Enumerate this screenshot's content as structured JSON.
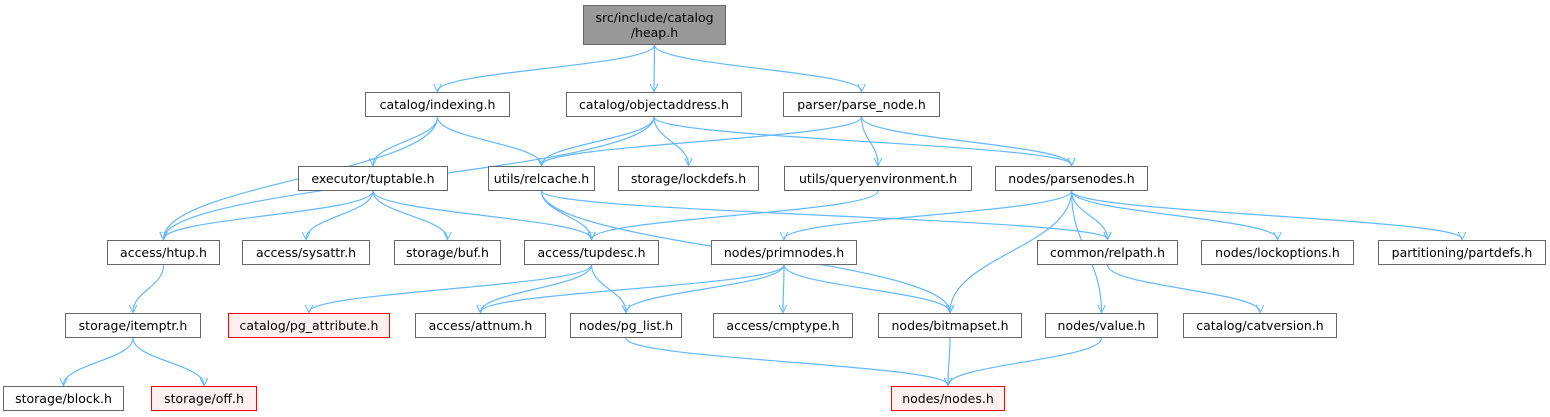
{
  "diagram": {
    "nodes": [
      {
        "id": "root",
        "label_lines": [
          "src/include/catalog",
          "/heap.h"
        ],
        "style": "root"
      },
      {
        "id": "indexing",
        "label_lines": [
          "catalog/indexing.h"
        ],
        "style": "normal"
      },
      {
        "id": "objectaddress",
        "label_lines": [
          "catalog/objectaddress.h"
        ],
        "style": "normal"
      },
      {
        "id": "parse_node",
        "label_lines": [
          "parser/parse_node.h"
        ],
        "style": "normal"
      },
      {
        "id": "tuptable",
        "label_lines": [
          "executor/tuptable.h"
        ],
        "style": "normal"
      },
      {
        "id": "relcache",
        "label_lines": [
          "utils/relcache.h"
        ],
        "style": "normal"
      },
      {
        "id": "lockdefs",
        "label_lines": [
          "storage/lockdefs.h"
        ],
        "style": "normal"
      },
      {
        "id": "queryenv",
        "label_lines": [
          "utils/queryenvironment.h"
        ],
        "style": "normal"
      },
      {
        "id": "parsenodes",
        "label_lines": [
          "nodes/parsenodes.h"
        ],
        "style": "normal"
      },
      {
        "id": "htup",
        "label_lines": [
          "access/htup.h"
        ],
        "style": "normal"
      },
      {
        "id": "sysattr",
        "label_lines": [
          "access/sysattr.h"
        ],
        "style": "normal"
      },
      {
        "id": "buf",
        "label_lines": [
          "storage/buf.h"
        ],
        "style": "normal"
      },
      {
        "id": "tupdesc",
        "label_lines": [
          "access/tupdesc.h"
        ],
        "style": "normal"
      },
      {
        "id": "primnodes",
        "label_lines": [
          "nodes/primnodes.h"
        ],
        "style": "normal"
      },
      {
        "id": "relpath",
        "label_lines": [
          "common/relpath.h"
        ],
        "style": "normal"
      },
      {
        "id": "lockoptions",
        "label_lines": [
          "nodes/lockoptions.h"
        ],
        "style": "normal"
      },
      {
        "id": "partdefs",
        "label_lines": [
          "partitioning/partdefs.h"
        ],
        "style": "normal"
      },
      {
        "id": "itemptr",
        "label_lines": [
          "storage/itemptr.h"
        ],
        "style": "normal"
      },
      {
        "id": "pg_attribute",
        "label_lines": [
          "catalog/pg_attribute.h"
        ],
        "style": "missing"
      },
      {
        "id": "attnum",
        "label_lines": [
          "access/attnum.h"
        ],
        "style": "normal"
      },
      {
        "id": "pg_list",
        "label_lines": [
          "nodes/pg_list.h"
        ],
        "style": "normal"
      },
      {
        "id": "cmptype",
        "label_lines": [
          "access/cmptype.h"
        ],
        "style": "normal"
      },
      {
        "id": "bitmapset",
        "label_lines": [
          "nodes/bitmapset.h"
        ],
        "style": "normal"
      },
      {
        "id": "value",
        "label_lines": [
          "nodes/value.h"
        ],
        "style": "normal"
      },
      {
        "id": "catversion",
        "label_lines": [
          "catalog/catversion.h"
        ],
        "style": "normal"
      },
      {
        "id": "block",
        "label_lines": [
          "storage/block.h"
        ],
        "style": "normal"
      },
      {
        "id": "off",
        "label_lines": [
          "storage/off.h"
        ],
        "style": "missing"
      },
      {
        "id": "nodes",
        "label_lines": [
          "nodes/nodes.h"
        ],
        "style": "missing"
      }
    ],
    "edges": [
      [
        "root",
        "indexing"
      ],
      [
        "root",
        "objectaddress"
      ],
      [
        "root",
        "parse_node"
      ],
      [
        "indexing",
        "htup"
      ],
      [
        "indexing",
        "tuptable"
      ],
      [
        "indexing",
        "relcache"
      ],
      [
        "objectaddress",
        "htup"
      ],
      [
        "objectaddress",
        "relcache"
      ],
      [
        "objectaddress",
        "lockdefs"
      ],
      [
        "objectaddress",
        "parsenodes"
      ],
      [
        "parse_node",
        "relcache"
      ],
      [
        "parse_node",
        "queryenv"
      ],
      [
        "parse_node",
        "parsenodes"
      ],
      [
        "tuptable",
        "htup"
      ],
      [
        "tuptable",
        "sysattr"
      ],
      [
        "tuptable",
        "buf"
      ],
      [
        "tuptable",
        "tupdesc"
      ],
      [
        "relcache",
        "tupdesc"
      ],
      [
        "relcache",
        "relpath"
      ],
      [
        "relcache",
        "bitmapset"
      ],
      [
        "queryenv",
        "tupdesc"
      ],
      [
        "parsenodes",
        "primnodes"
      ],
      [
        "parsenodes",
        "relpath"
      ],
      [
        "parsenodes",
        "lockoptions"
      ],
      [
        "parsenodes",
        "partdefs"
      ],
      [
        "parsenodes",
        "bitmapset"
      ],
      [
        "parsenodes",
        "value"
      ],
      [
        "htup",
        "itemptr"
      ],
      [
        "tupdesc",
        "pg_attribute"
      ],
      [
        "tupdesc",
        "attnum"
      ],
      [
        "tupdesc",
        "pg_list"
      ],
      [
        "primnodes",
        "attnum"
      ],
      [
        "primnodes",
        "pg_list"
      ],
      [
        "primnodes",
        "cmptype"
      ],
      [
        "primnodes",
        "bitmapset"
      ],
      [
        "relpath",
        "catversion"
      ],
      [
        "itemptr",
        "block"
      ],
      [
        "itemptr",
        "off"
      ],
      [
        "pg_list",
        "nodes"
      ],
      [
        "bitmapset",
        "nodes"
      ],
      [
        "value",
        "nodes"
      ]
    ],
    "colors": {
      "edge": "#63b8ff",
      "node_border": "#666666",
      "root_fill": "#999999",
      "missing_border": "#ff0000",
      "missing_fill": "#fff0f0"
    }
  }
}
